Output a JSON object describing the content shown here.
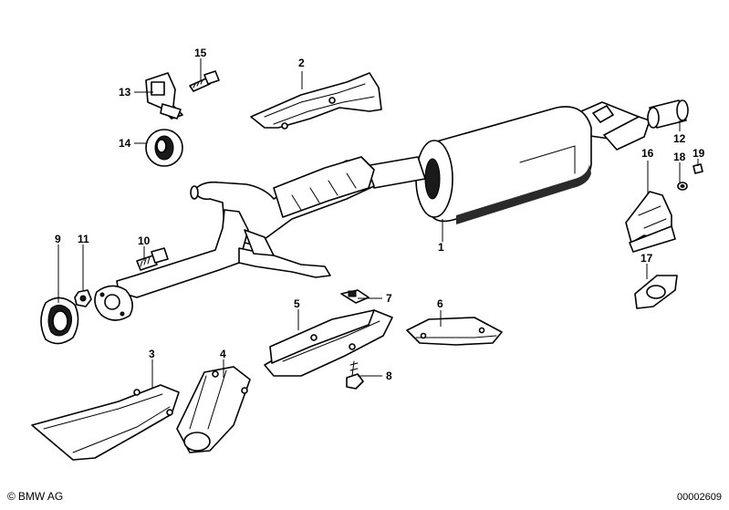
{
  "callouts": [
    {
      "id": "c1",
      "label": "1"
    },
    {
      "id": "c2",
      "label": "2"
    },
    {
      "id": "c3",
      "label": "3"
    },
    {
      "id": "c4",
      "label": "4"
    },
    {
      "id": "c5",
      "label": "5"
    },
    {
      "id": "c6",
      "label": "6"
    },
    {
      "id": "c7",
      "label": "7"
    },
    {
      "id": "c8",
      "label": "8"
    },
    {
      "id": "c9",
      "label": "9"
    },
    {
      "id": "c10",
      "label": "10"
    },
    {
      "id": "c11",
      "label": "11"
    },
    {
      "id": "c12",
      "label": "12"
    },
    {
      "id": "c13",
      "label": "13"
    },
    {
      "id": "c14",
      "label": "14"
    },
    {
      "id": "c15",
      "label": "15"
    },
    {
      "id": "c16",
      "label": "16"
    },
    {
      "id": "c17",
      "label": "17"
    },
    {
      "id": "c18",
      "label": "18"
    },
    {
      "id": "c19",
      "label": "19"
    }
  ],
  "footer": {
    "copyright_symbol": "©",
    "brand": "BMW AG",
    "diagram_number": "00002609"
  }
}
